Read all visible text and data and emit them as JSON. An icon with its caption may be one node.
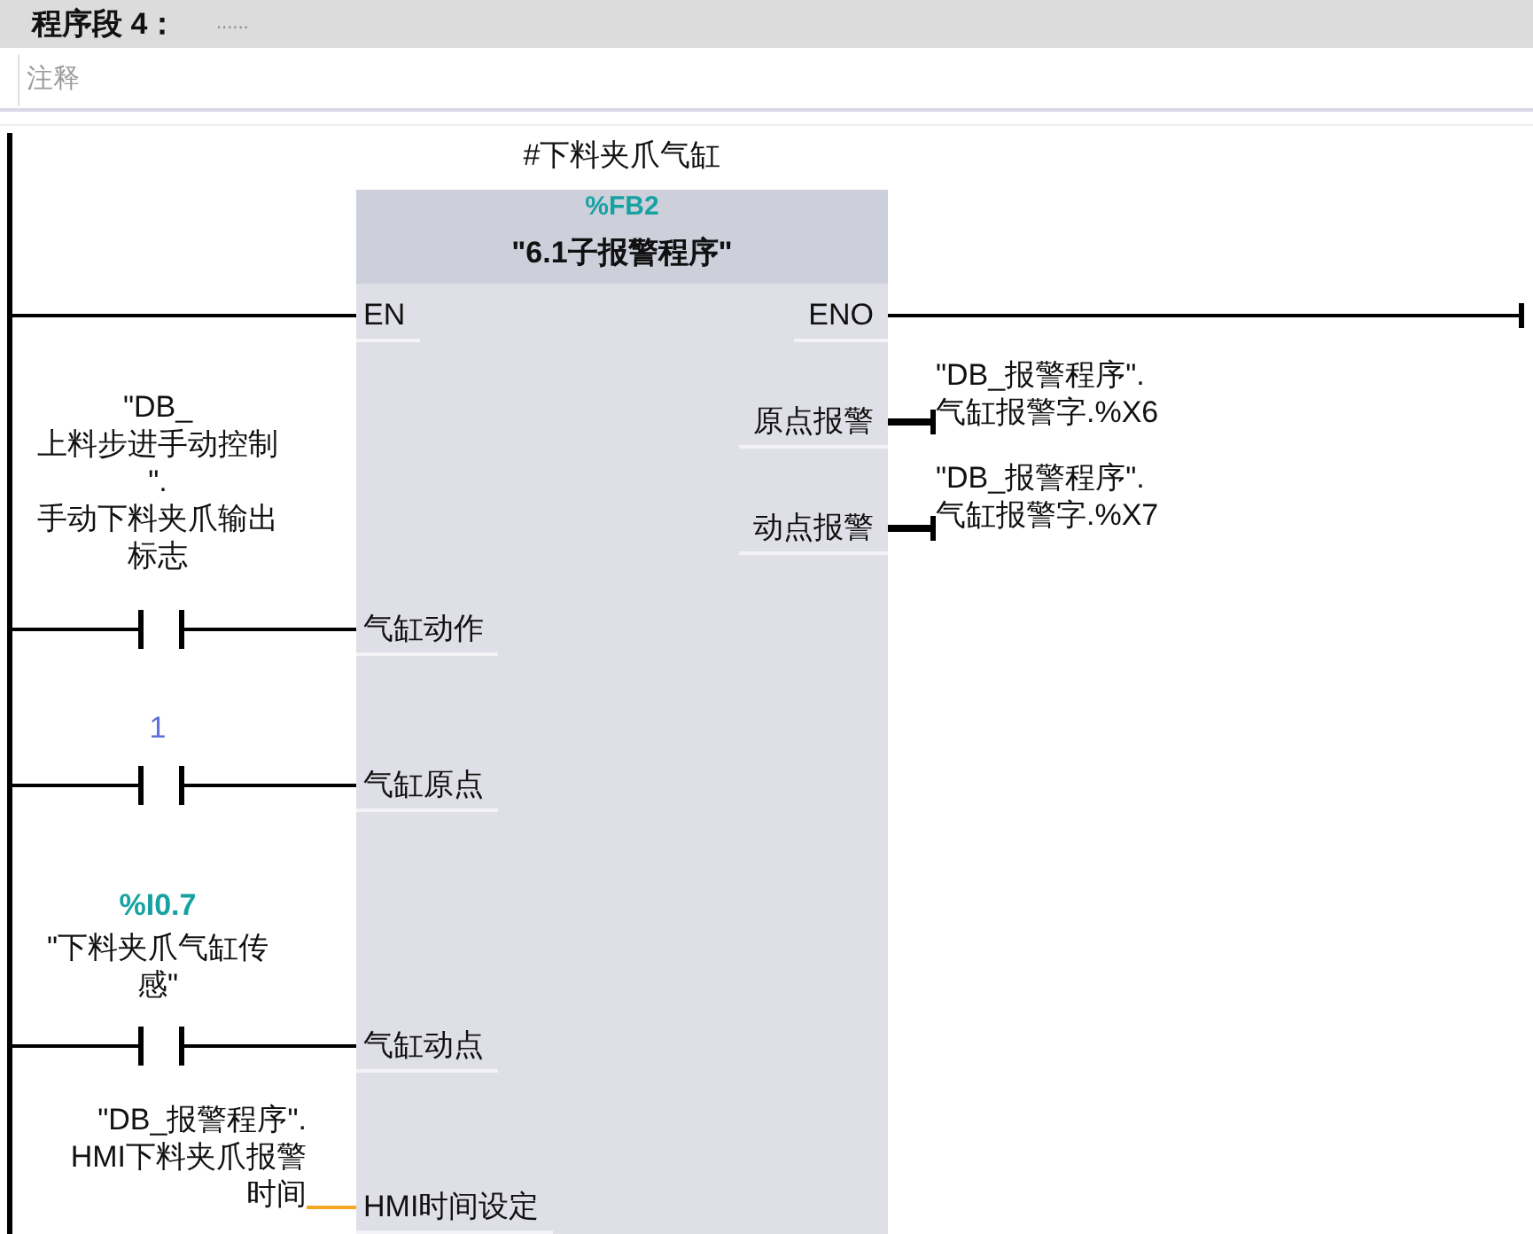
{
  "diagram": {
    "title": "程序段 4：",
    "nodes": [
      {
        "text": [
          "%FB2",
          "\"6.1子报警程序\""
        ],
        "beside": [
          "#下料夹爪气缸"
        ]
      },
      {
        "text": [
          "EN"
        ],
        "in": 0
      },
      {
        "text": [
          "ENO"
        ],
        "in": 0
      },
      {
        "text": [
          "原点报警"
        ],
        "in": 0
      },
      {
        "text": [
          "动点报警"
        ],
        "in": 0
      },
      {
        "text": [
          "气缸动作"
        ],
        "in": 0
      },
      {
        "text": [
          "气缸原点"
        ],
        "in": 0
      },
      {
        "text": [
          "气缸动点"
        ],
        "in": 0
      },
      {
        "text": [
          "HMI时间设定"
        ],
        "in": 0
      },
      {
        "text": [],
        "shape": "bar"
      },
      {
        "text": [
          "\"DB_报警程序\".气缸报警字.%X6"
        ]
      },
      {
        "text": [
          "\"DB_报警程序\".气缸报警字.%X7"
        ]
      },
      {
        "text": [
          "\"DB_上料步进手动控制\".手动下料夹爪输出标志"
        ]
      },
      {
        "text": [
          "1"
        ]
      },
      {
        "text": [
          "%I0.7",
          "\"下料夹爪气缸传感\""
        ]
      },
      {
        "text": [
          "\"DB_报警程序\".HMI下料夹爪报警时间"
        ]
      }
    ],
    "edges": [
      {
        "from": 9,
        "to": 1,
        "arrow": "none"
      },
      {
        "from": 2,
        "to": null,
        "arrow": "other"
      },
      {
        "from": 3,
        "to": 10,
        "arrow": "other",
        "style": "thick"
      },
      {
        "from": 4,
        "to": 11,
        "arrow": "other",
        "style": "thick"
      },
      {
        "from": 9,
        "to": 12,
        "arrow": "none"
      },
      {
        "from": 12,
        "to": 5,
        "arrow": "none"
      },
      {
        "from": 9,
        "to": 13,
        "arrow": "none"
      },
      {
        "from": 13,
        "to": 6,
        "arrow": "none"
      },
      {
        "from": 9,
        "to": 14,
        "arrow": "none"
      },
      {
        "from": 14,
        "to": 7,
        "arrow": "none"
      },
      {
        "from": 15,
        "to": 8,
        "arrow": "none",
        "color": "#f5a623"
      }
    ],
    "labels": [
      "......",
      "注释"
    ]
  }
}
